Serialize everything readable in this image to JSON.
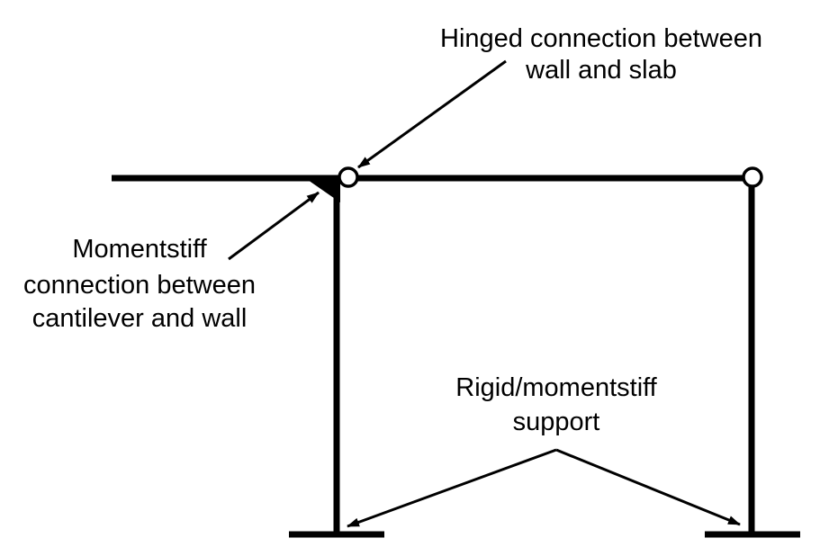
{
  "labels": {
    "hinged": {
      "line1": "Hinged connection between",
      "line2": "wall and slab"
    },
    "momentstiff": {
      "line1": "Momentstiff",
      "line2": "connection between",
      "line3": "cantilever and wall"
    },
    "rigid": {
      "line1": "Rigid/momentstiff",
      "line2": "support"
    }
  },
  "colors": {
    "stroke": "#000000",
    "background": "#ffffff"
  }
}
